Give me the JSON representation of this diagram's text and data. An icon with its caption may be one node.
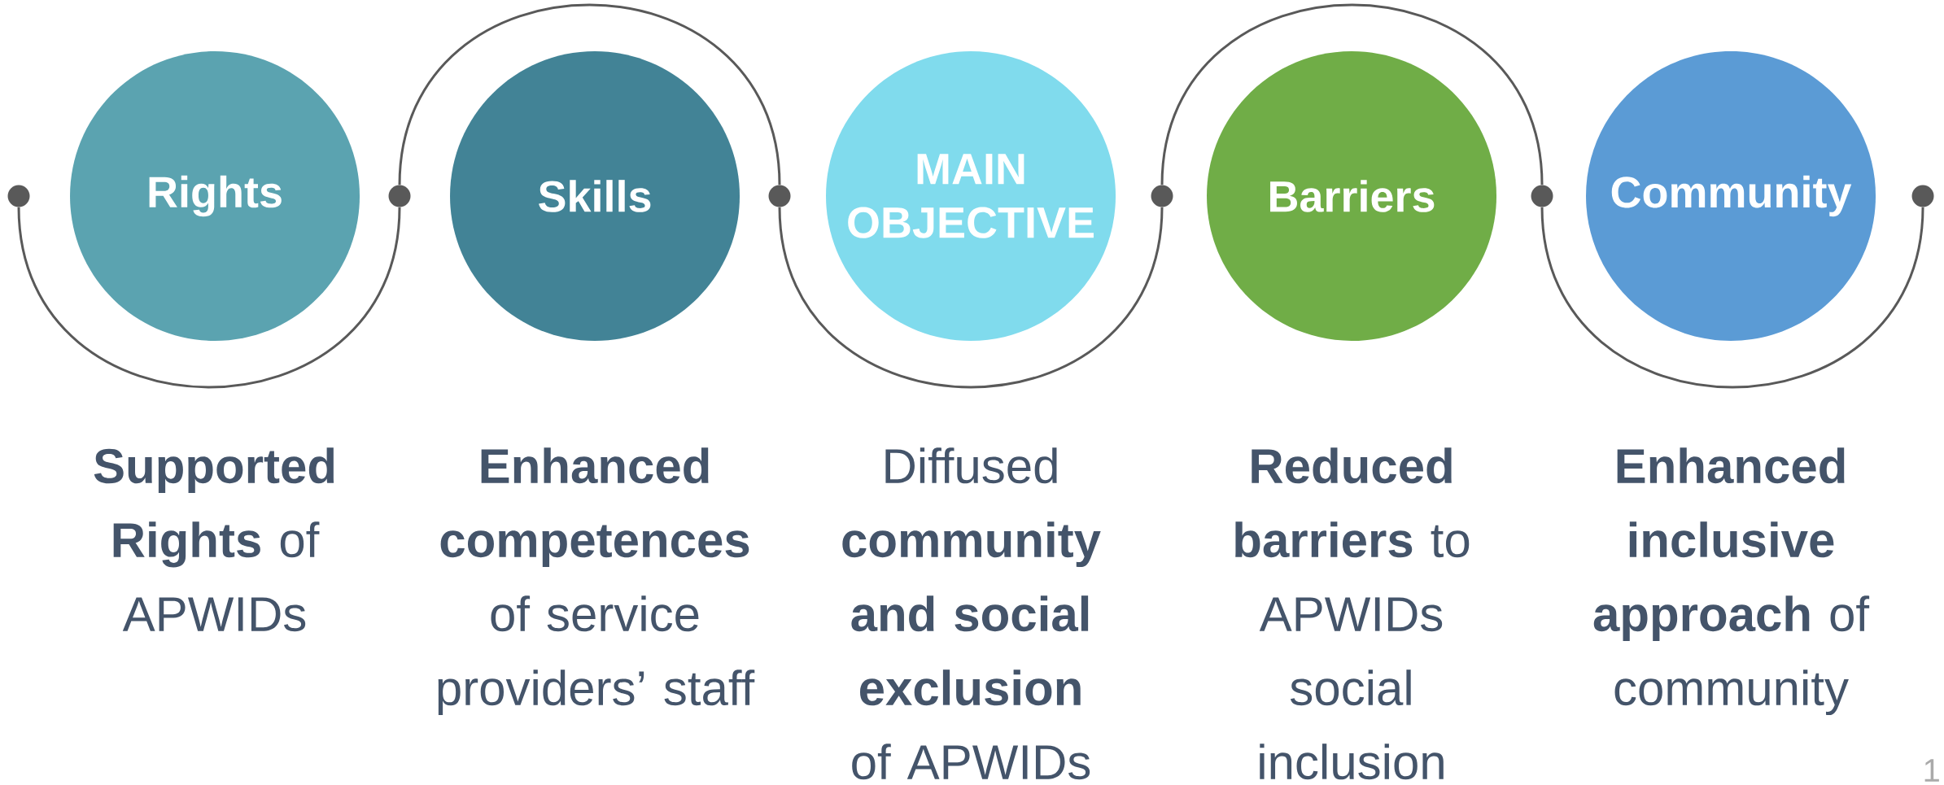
{
  "diagram": {
    "nodes": [
      {
        "text": [
          "Rights"
        ],
        "beside": [
          "**Supported Rights** of APWIDs"
        ]
      },
      {
        "text": [
          "Skills"
        ],
        "beside": [
          "**Enhanced competences** of service providers’ staff"
        ]
      },
      {
        "text": [
          "MAIN OBJECTIVE"
        ],
        "beside": [
          "Diffused **community and social exclusion** of APWIDs"
        ]
      },
      {
        "text": [
          "Barriers"
        ],
        "beside": [
          "**Reduced barriers** to APWIDs social inclusion"
        ]
      },
      {
        "text": [
          "Community"
        ],
        "beside": [
          "**Enhanced inclusive approach** of community"
        ]
      },
      {
        "text": [],
        "shape": "circle"
      },
      {
        "text": [],
        "shape": "circle"
      },
      {
        "text": [],
        "shape": "circle"
      },
      {
        "text": [],
        "shape": "circle"
      },
      {
        "text": [],
        "shape": "circle"
      },
      {
        "text": [],
        "shape": "circle"
      }
    ],
    "edges": [
      {
        "from": 5,
        "to": 6,
        "arrow": "none"
      },
      {
        "from": 6,
        "to": 7,
        "arrow": "none"
      },
      {
        "from": 7,
        "to": 8,
        "arrow": "none"
      },
      {
        "from": 8,
        "to": 9,
        "arrow": "none"
      },
      {
        "from": 9,
        "to": 10,
        "arrow": "none"
      }
    ],
    "labels": [
      "1"
    ]
  }
}
